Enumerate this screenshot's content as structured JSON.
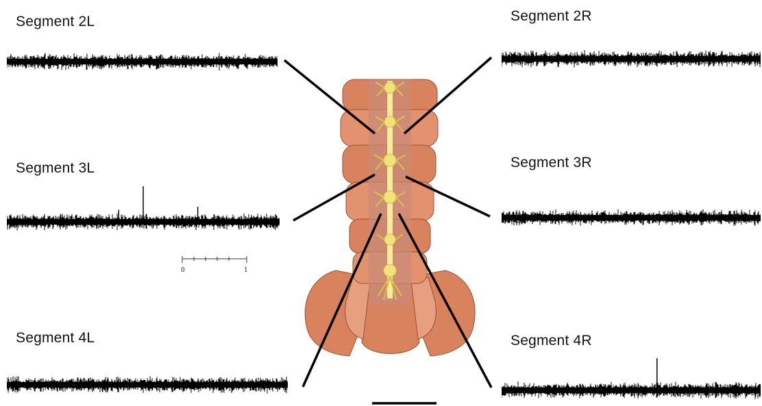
{
  "labels": {
    "seg2L": "Segment 2L",
    "seg3L": "Segment 3L",
    "seg4L": "Segment 4L",
    "seg2R": "Segment 2R",
    "seg3R": "Segment 3R",
    "seg4R": "Segment 4R"
  },
  "scale": {
    "tick_start": "0",
    "tick_end": "1"
  },
  "colors": {
    "trace": "#000000",
    "body": "#d9825e",
    "body_dark": "#b8603e",
    "body_light": "#e6a07f",
    "cord": "#f5ec9a",
    "ganglion": "#f2e27a",
    "lines": "#000000"
  },
  "traces": [
    {
      "id": "seg2L",
      "spikes": []
    },
    {
      "id": "seg3L",
      "spikes": [
        {
          "pos": 0.5,
          "amp": 1.0
        },
        {
          "pos": 0.7,
          "amp": 0.35
        },
        {
          "pos": 0.41,
          "amp": 0.25
        }
      ]
    },
    {
      "id": "seg4L",
      "spikes": []
    },
    {
      "id": "seg2R",
      "spikes": []
    },
    {
      "id": "seg3R",
      "spikes": []
    },
    {
      "id": "seg4R",
      "spikes": [
        {
          "pos": 0.6,
          "amp": 0.85
        }
      ]
    }
  ]
}
